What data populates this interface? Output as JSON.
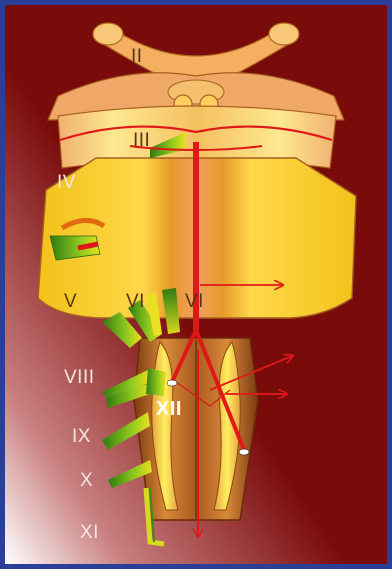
{
  "labels": {
    "ii": "II",
    "iii": "III",
    "iv": "IV",
    "v": "V",
    "vi_a": "VI",
    "vi_b": "VI",
    "viii": "VIII",
    "ix": "IX",
    "x": "X",
    "xi": "XI",
    "xii": "XII"
  },
  "colors": {
    "background": "#7a0b0b",
    "frame": "#2a3f9a",
    "tract": "#e01818",
    "nerve_green": "#3a8a1a",
    "nerve_yellow": "#e8e020"
  }
}
